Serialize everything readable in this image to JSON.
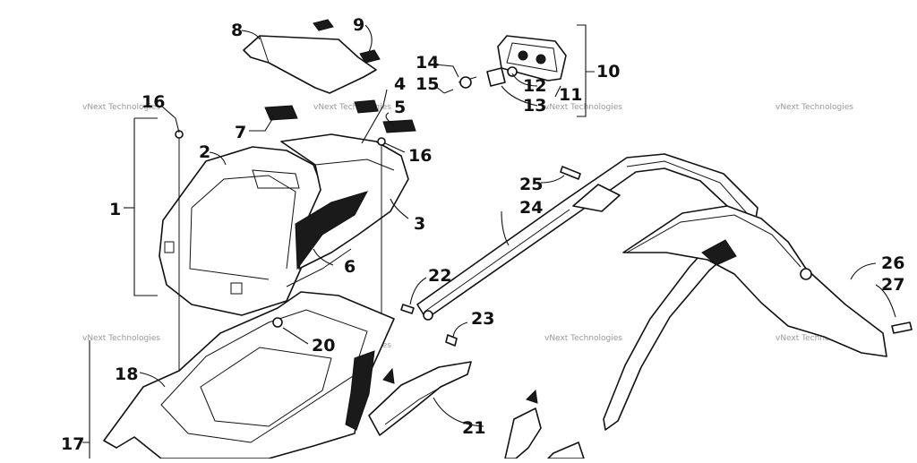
{
  "watermark": {
    "text": "vNext Technologies"
  },
  "callouts": {
    "c1": "1",
    "c2": "2",
    "c3": "3",
    "c4": "4",
    "c5": "5",
    "c6": "6",
    "c7": "7",
    "c8": "8",
    "c9": "9",
    "c10": "10",
    "c11": "11",
    "c12": "12",
    "c13": "13",
    "c14": "14",
    "c15": "15",
    "c16a": "16",
    "c16b": "16",
    "c17": "17",
    "c18": "18",
    "c20": "20",
    "c21": "21",
    "c22": "22",
    "c23": "23",
    "c24": "24",
    "c25": "25",
    "c26": "26",
    "c27": "27"
  },
  "colors": {
    "line": "#111111",
    "watermark": "#9a9a9a",
    "background": "#ffffff"
  }
}
